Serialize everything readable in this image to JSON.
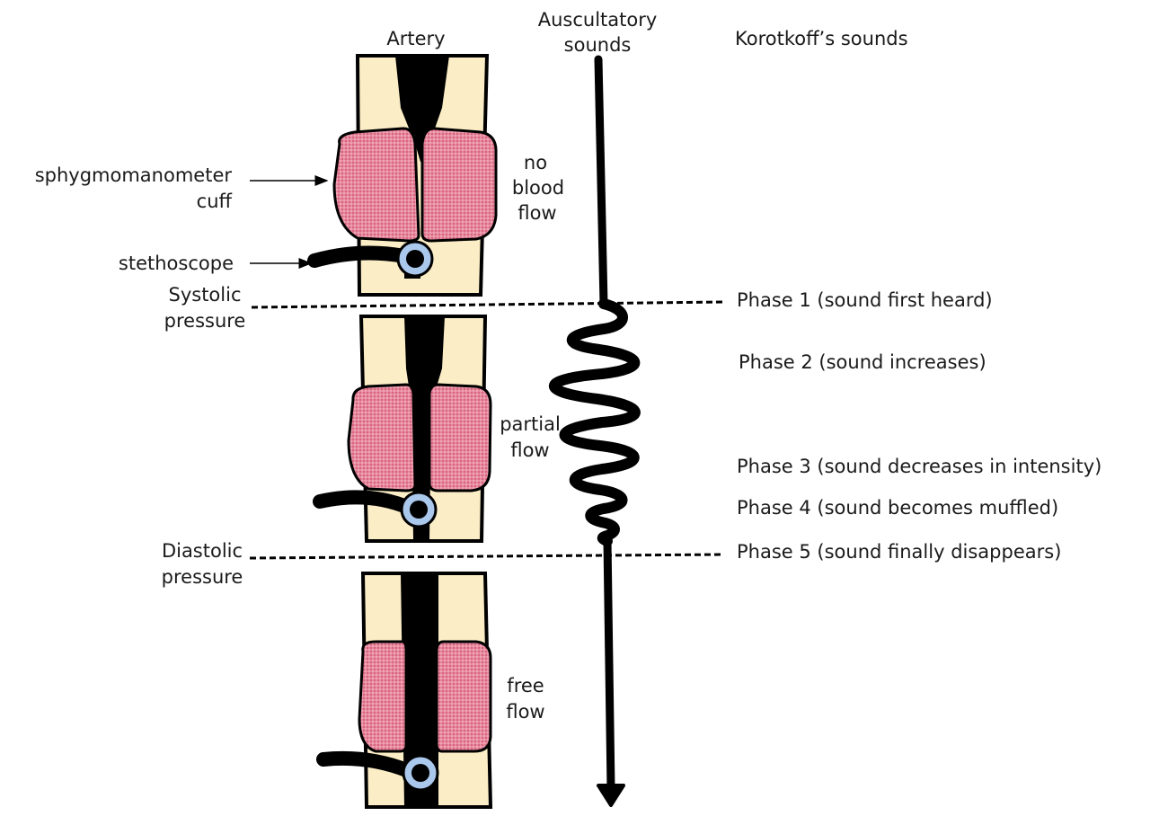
{
  "headers": {
    "artery": "Artery",
    "auscultatory_line1": "Auscultatory",
    "auscultatory_line2": "sounds",
    "korotkoff": "Korotkoff’s sounds"
  },
  "labels": {
    "cuff_line1": "sphygmomanometer",
    "cuff_line2": "cuff",
    "stethoscope": "stethoscope",
    "systolic_line1": "Systolic",
    "systolic_line2": "pressure",
    "diastolic_line1": "Diastolic",
    "diastolic_line2": "pressure"
  },
  "flow_states": {
    "no_flow": [
      "no",
      "blood",
      "flow"
    ],
    "partial_flow": [
      "partial",
      "flow"
    ],
    "free_flow": [
      "free",
      "flow"
    ]
  },
  "phases": [
    "Phase 1 (sound first heard)",
    "Phase 2 (sound increases)",
    "Phase 3 (sound decreases in intensity)",
    "Phase 4 (sound becomes muffled)",
    "Phase 5 (sound finally disappears)"
  ],
  "colors": {
    "arm": "#fbeec6",
    "cuff": "#e0708a",
    "cuff_dots": "#c94b66",
    "artery": "#000000",
    "stethoscope_head": "#aac7ec",
    "lines": "#000000"
  },
  "icons": {
    "arrow": "arrow-right-icon",
    "stethoscope": "stethoscope-icon"
  }
}
